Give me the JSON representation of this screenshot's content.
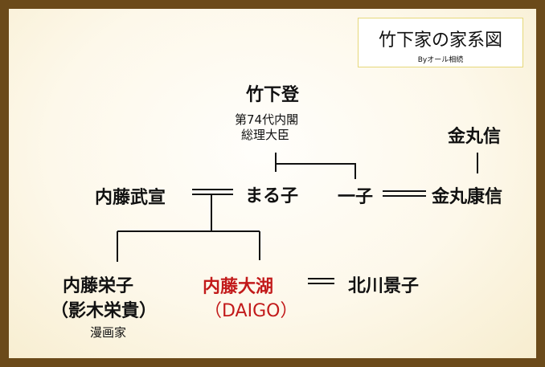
{
  "title": "竹下家の家系図",
  "credit": "Byオール相続",
  "people": {
    "noboru": {
      "name": "竹下登",
      "note1": "第74代内閣",
      "note2": "総理大臣"
    },
    "marukiko": {
      "name": "まる子"
    },
    "kazuko": {
      "name": "一子"
    },
    "kanemaru_shin": {
      "name": "金丸信"
    },
    "kanemaru_yasunobu": {
      "name": "金丸康信"
    },
    "naito_takenori": {
      "name": "内藤武宣"
    },
    "naito_eiko": {
      "name": "内藤栄子",
      "alias": "（影木栄貴）",
      "note": "漫画家"
    },
    "naito_daigo": {
      "name": "内藤大湖",
      "alias": "（DAIGO）"
    },
    "kitagawa_keiko": {
      "name": "北川景子"
    }
  },
  "colors": {
    "frame": "#6b4a1a",
    "highlight": "#c21a1a",
    "line": "#111111"
  }
}
